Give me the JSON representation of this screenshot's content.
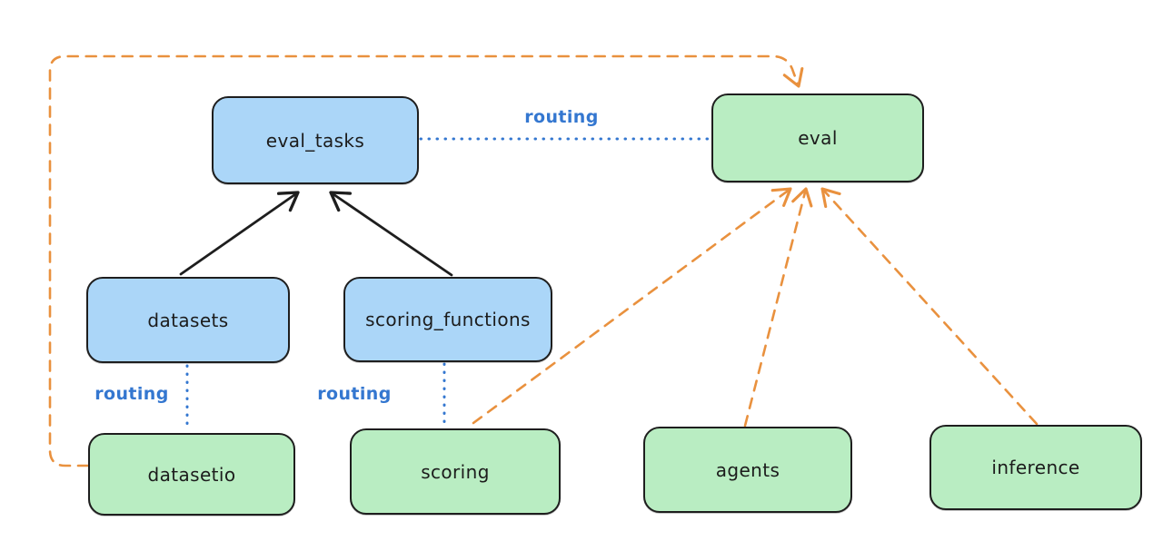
{
  "nodes": {
    "eval_tasks": "eval_tasks",
    "eval": "eval",
    "datasets": "datasets",
    "scoring_functions": "scoring_functions",
    "datasetio": "datasetio",
    "scoring": "scoring",
    "agents": "agents",
    "inference": "inference"
  },
  "edge_labels": {
    "eval_tasks_to_eval": "routing",
    "datasets_to_datasetio": "routing",
    "scoring_functions_to_scoring": "routing"
  },
  "edges": [
    {
      "from": "datasets",
      "to": "eval_tasks",
      "style": "solid-black-arrow",
      "label": ""
    },
    {
      "from": "scoring_functions",
      "to": "eval_tasks",
      "style": "solid-black-arrow",
      "label": ""
    },
    {
      "from": "eval_tasks",
      "to": "eval",
      "style": "dotted-blue-line",
      "label": "routing"
    },
    {
      "from": "datasets",
      "to": "datasetio",
      "style": "dotted-blue-line",
      "label": "routing"
    },
    {
      "from": "scoring_functions",
      "to": "scoring",
      "style": "dotted-blue-line",
      "label": "routing"
    },
    {
      "from": "datasetio",
      "to": "eval",
      "style": "dashed-orange-arrow",
      "label": ""
    },
    {
      "from": "scoring",
      "to": "eval",
      "style": "dashed-orange-arrow",
      "label": ""
    },
    {
      "from": "agents",
      "to": "eval",
      "style": "dashed-orange-arrow",
      "label": ""
    },
    {
      "from": "inference",
      "to": "eval",
      "style": "dashed-orange-arrow",
      "label": ""
    }
  ],
  "colors": {
    "node_stroke": "#1e1e1e",
    "resource_fill": "#abd6f8",
    "api_fill": "#b9edc2",
    "routing_blue": "#3477d0",
    "provider_orange": "#e9913e",
    "canvas_bg": "#ffffff"
  }
}
